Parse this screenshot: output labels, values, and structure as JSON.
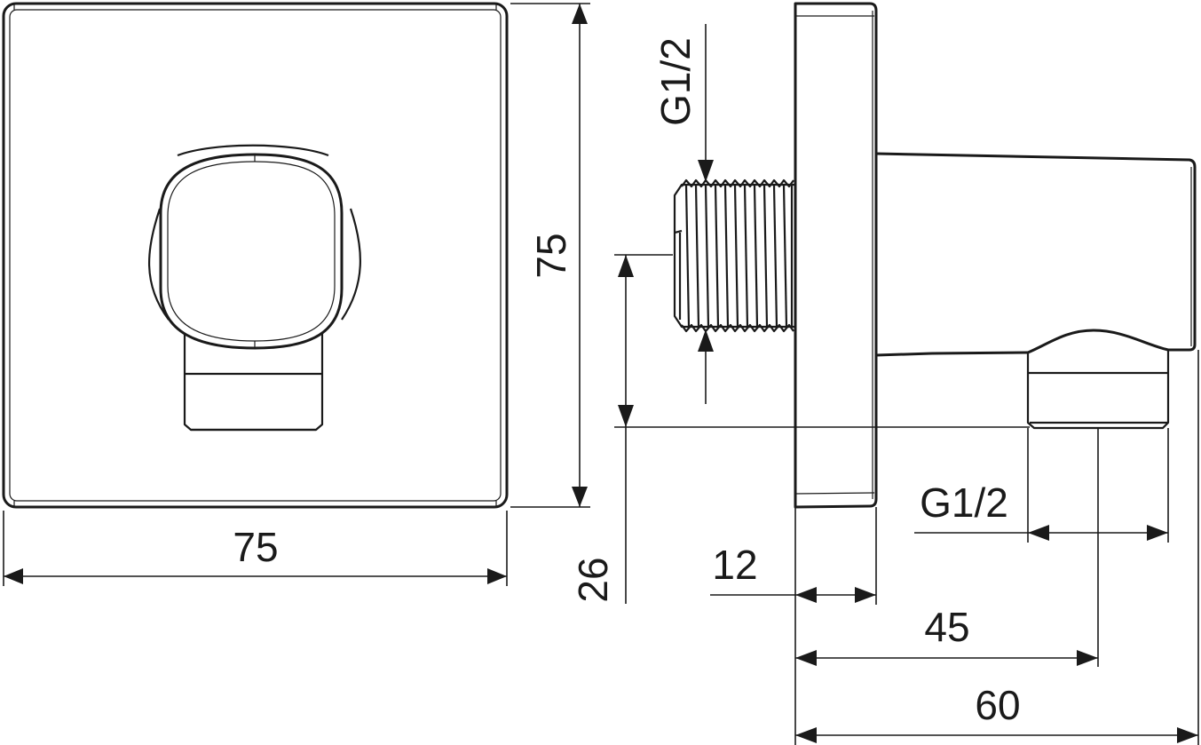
{
  "drawing": {
    "front_view": {
      "width_label": "75",
      "height_label": "75"
    },
    "side_view": {
      "inlet_thread_label": "G1/2",
      "outlet_thread_label": "G1/2",
      "inlet_height_label": "26",
      "plate_thickness_label": "12",
      "outlet_center_label": "45",
      "total_depth_label": "60"
    }
  }
}
